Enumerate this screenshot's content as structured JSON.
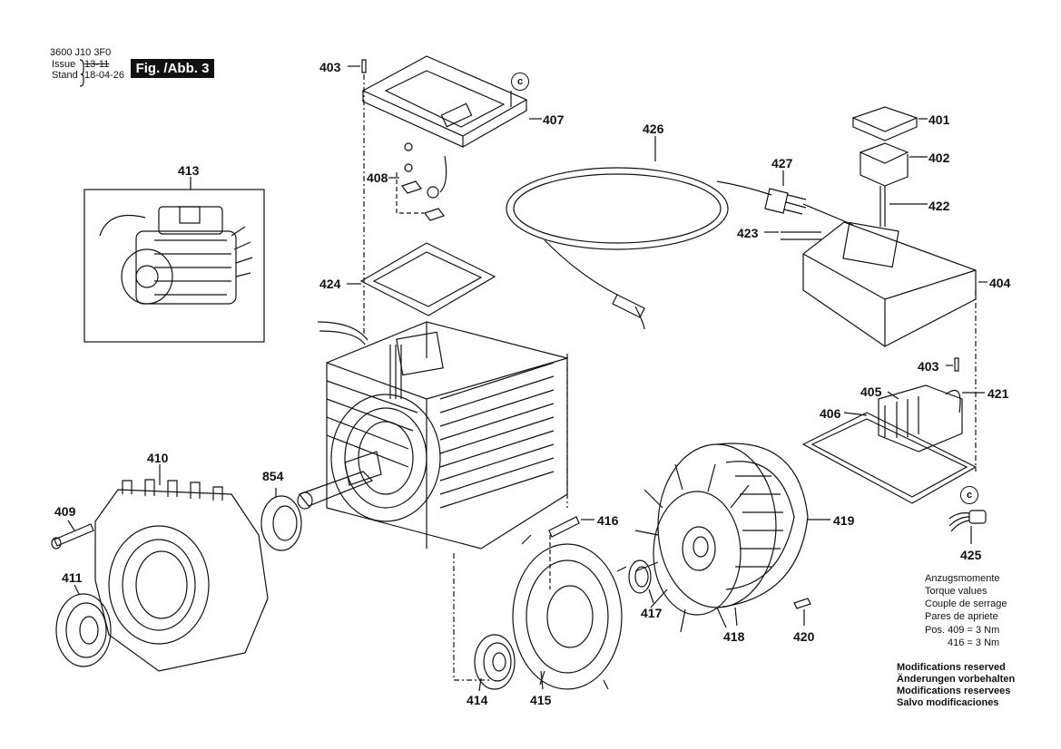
{
  "header": {
    "doc_number": "3600 J10 3F0",
    "issue_label": "Issue",
    "stand_label": "Stand",
    "issue_value": "13-11",
    "stand_value": "18-04-26",
    "figure_label": "Fig. /Abb. 3"
  },
  "parts": {
    "p401": "401",
    "p402": "402",
    "p403a": "403",
    "p403b": "403",
    "p404": "404",
    "p405": "405",
    "p406": "406",
    "p407": "407",
    "p408": "408",
    "p409": "409",
    "p410": "410",
    "p411": "411",
    "p413": "413",
    "p414": "414",
    "p415": "415",
    "p416": "416",
    "p417": "417",
    "p418": "418",
    "p419": "419",
    "p420": "420",
    "p421": "421",
    "p422": "422",
    "p423": "423",
    "p424": "424",
    "p425": "425",
    "p426": "426",
    "p427": "427",
    "p854": "854"
  },
  "connector_marks": {
    "c1": "c",
    "c2": "c"
  },
  "torque_notes": [
    "Anzugsmomente",
    "Torque values",
    "Couple de serrage",
    "Pares de apriete",
    "Pos. 409 = 3 Nm",
    "416 = 3 Nm"
  ],
  "modifications": [
    "Modifications reserved",
    "Änderungen vorbehalten",
    "Modifications reservees",
    "Salvo modificaciones"
  ]
}
